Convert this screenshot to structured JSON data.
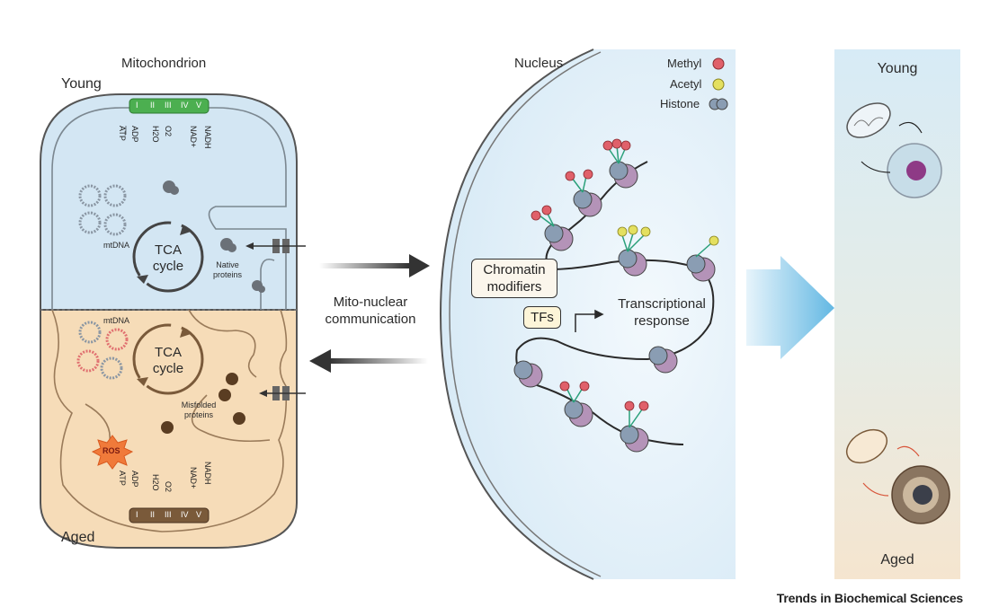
{
  "mito": {
    "title": "Mitochondrion",
    "young": "Young",
    "aged": "Aged",
    "complexes": [
      "I",
      "II",
      "III",
      "IV",
      "V"
    ],
    "young_etc": {
      "atp": "ATP",
      "adp": "ADP",
      "h2o": "H2O",
      "o2": "O2",
      "nad": "NAD+",
      "nadh": "NADH"
    },
    "aged_etc": {
      "atp": "ATP",
      "adp": "ADP",
      "h2o": "H2O",
      "o2": "O2",
      "nad": "NAD+",
      "nadh": "NADH"
    },
    "mtdna_young": "mtDNA",
    "mtdna_aged": "mtDNA",
    "tca_young": [
      "TCA",
      "cycle"
    ],
    "tca_aged": [
      "TCA",
      "cycle"
    ],
    "native": [
      "Native",
      "proteins"
    ],
    "misfolded": [
      "Misfolded",
      "proteins"
    ],
    "ros": "ROS"
  },
  "arrows": {
    "label": [
      "Mito-nuclear",
      "communication"
    ]
  },
  "nucleus": {
    "title": "Nucleus",
    "legend": [
      {
        "label": "Methyl",
        "color": "#e0606a"
      },
      {
        "label": "Acetyl",
        "color": "#e4e060"
      },
      {
        "label": "Histone",
        "color": "#9aa3b3"
      }
    ],
    "chromatin": [
      "Chromatin",
      "modifiers"
    ],
    "tfs": "TFs",
    "transcription": [
      "Transcriptional",
      "response"
    ]
  },
  "panel": {
    "young": "Young",
    "aged": "Aged"
  },
  "credit": "Trends in Biochemical Sciences",
  "colors": {
    "young_fill": "#d4e6f3",
    "aged_fill": "#f6dcb9",
    "complex_green": "#4caf50",
    "complex_brown": "#7a5a3a",
    "panel_top": "#d9ecf6",
    "panel_bottom": "#f3e4cf"
  }
}
